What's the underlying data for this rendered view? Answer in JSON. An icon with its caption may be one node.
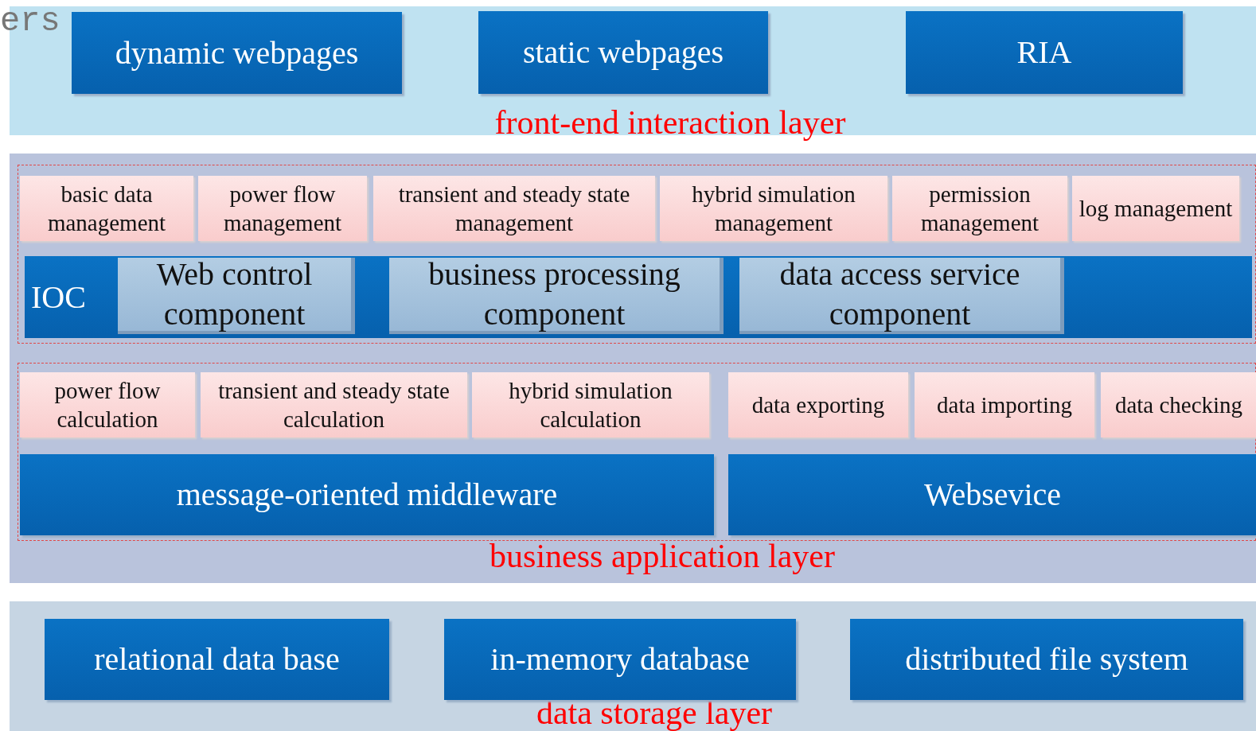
{
  "diagram": {
    "nodes": [
      {
        "text": [
          "front-end interaction layer"
        ]
      },
      {
        "text": [
          "dynamic webpages"
        ],
        "in": 0
      },
      {
        "text": [
          "static webpages"
        ],
        "in": 0
      },
      {
        "text": [
          "RIA"
        ],
        "in": 0
      },
      {
        "text": [
          "business application layer"
        ]
      },
      {
        "text": [],
        "shape": "box",
        "in": 4
      },
      {
        "text": [
          "basic data management"
        ],
        "in": 5
      },
      {
        "text": [
          "power flow management"
        ],
        "in": 5
      },
      {
        "text": [
          "transient and steady state management"
        ],
        "in": 5
      },
      {
        "text": [
          "hybrid simulation management"
        ],
        "in": 5
      },
      {
        "text": [
          "permission management"
        ],
        "in": 5
      },
      {
        "text": [
          "log management"
        ],
        "in": 5
      },
      {
        "text": [
          "IOC"
        ],
        "in": 5
      },
      {
        "text": [
          "Web control component"
        ],
        "in": 12
      },
      {
        "text": [
          "business processing component"
        ],
        "in": 12
      },
      {
        "text": [
          "data access service component"
        ],
        "in": 12
      },
      {
        "text": [],
        "shape": "box",
        "in": 4
      },
      {
        "text": [
          "power flow calculation"
        ],
        "in": 16
      },
      {
        "text": [
          "transient and steady state calculation"
        ],
        "in": 16
      },
      {
        "text": [
          "hybrid simulation calculation"
        ],
        "in": 16
      },
      {
        "text": [
          "data exporting"
        ],
        "in": 16
      },
      {
        "text": [
          "data importing"
        ],
        "in": 16
      },
      {
        "text": [
          "data checking"
        ],
        "in": 16
      },
      {
        "text": [
          "message-oriented middleware"
        ],
        "in": 16
      },
      {
        "text": [
          "Websevice"
        ],
        "in": 16
      },
      {
        "text": [
          "data storage layer"
        ]
      },
      {
        "text": [
          "relational data base"
        ],
        "in": 25
      },
      {
        "text": [
          "in-memory database"
        ],
        "in": 25
      },
      {
        "text": [
          "distributed file system"
        ],
        "in": 25
      }
    ],
    "labels": [
      "ers"
    ]
  }
}
